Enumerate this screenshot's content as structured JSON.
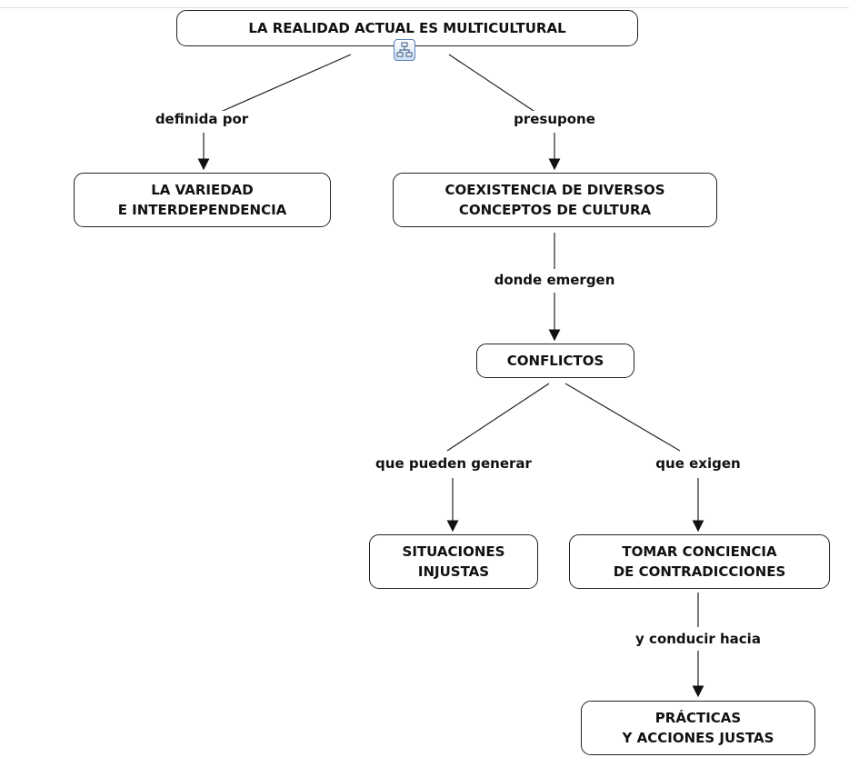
{
  "nodes": {
    "root": {
      "line1": "LA REALIDAD ACTUAL ES MULTICULTURAL"
    },
    "variedad": {
      "line1": "LA VARIEDAD",
      "line2": "E INTERDEPENDENCIA"
    },
    "coexistencia": {
      "line1": "COEXISTENCIA DE DIVERSOS",
      "line2": "CONCEPTOS DE CULTURA"
    },
    "conflictos": {
      "line1": "CONFLICTOS"
    },
    "situaciones": {
      "line1": "SITUACIONES",
      "line2": "INJUSTAS"
    },
    "tomar": {
      "line1": "TOMAR CONCIENCIA",
      "line2": "DE CONTRADICCIONES"
    },
    "practicas": {
      "line1": "PRÁCTICAS",
      "line2": "Y ACCIONES JUSTAS"
    }
  },
  "links": {
    "definida_por": "definida por",
    "presupone": "presupone",
    "donde_emergen": "donde emergen",
    "que_pueden_generar": "que pueden generar",
    "que_exigen": "que exigen",
    "y_conducir_hacia": "y conducir hacia"
  },
  "icons": {
    "submap": "concept-map-icon"
  },
  "colors": {
    "line": "#222222",
    "icon_border": "#5b82b8",
    "icon_fill": "#cfe0f5"
  }
}
